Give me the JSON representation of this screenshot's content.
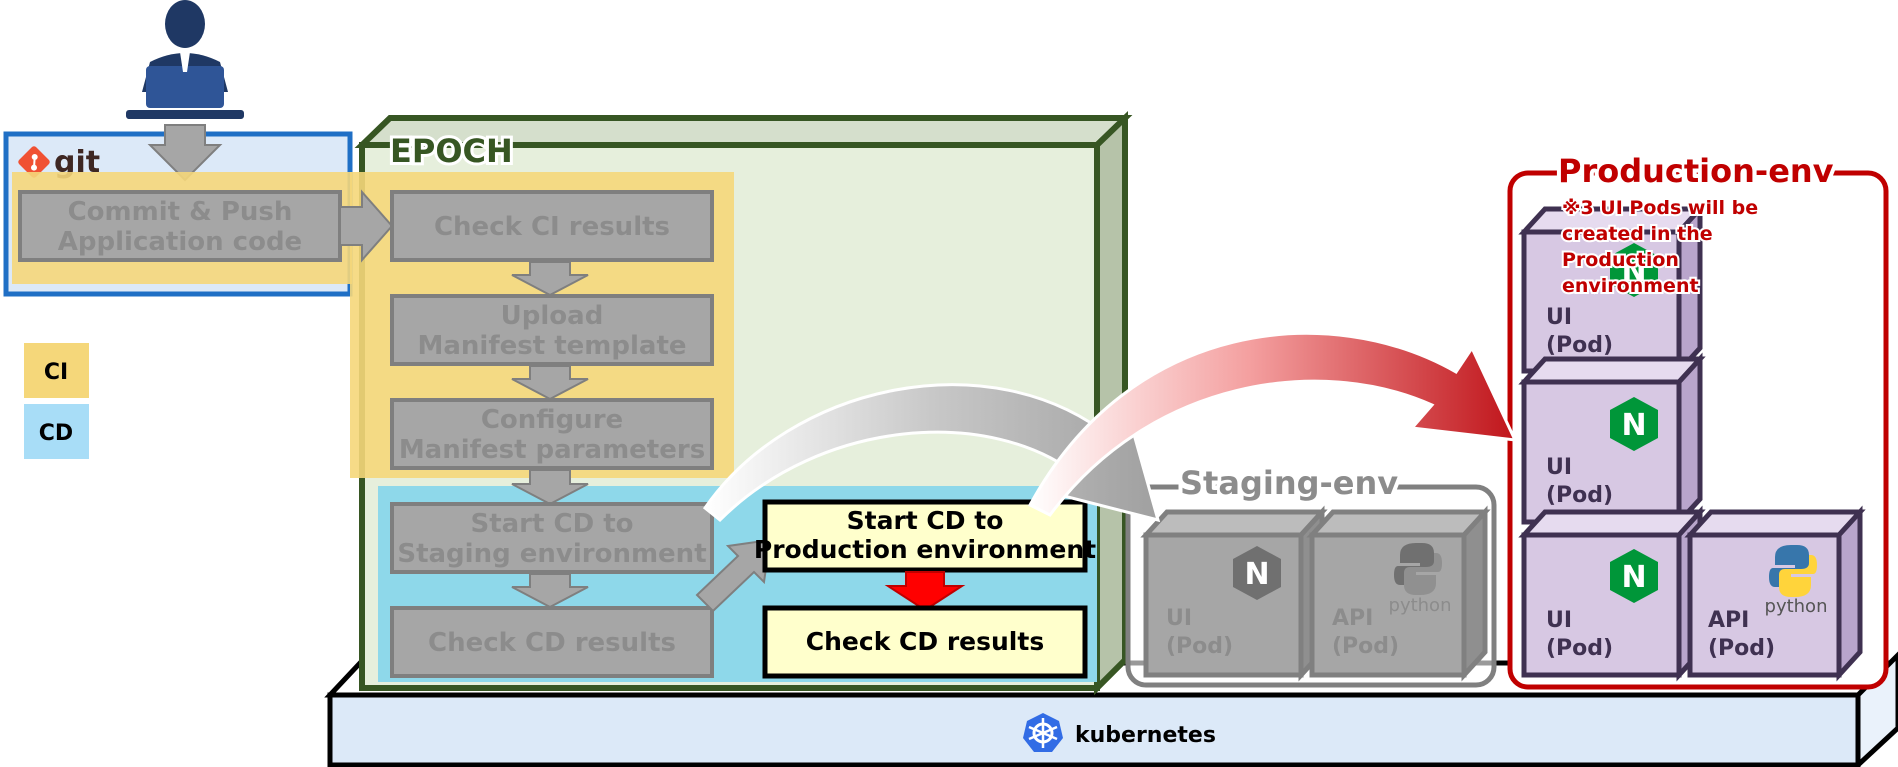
{
  "git": {
    "label": "git"
  },
  "legend": {
    "ci": "CI",
    "cd": "CD"
  },
  "epoch": {
    "title": "EPOCH"
  },
  "steps": {
    "commit_push_line1": "Commit & Push",
    "commit_push_line2": "Application code",
    "check_ci": "Check CI results",
    "upload_line1": "Upload",
    "upload_line2": "Manifest template",
    "configure_line1": "Configure",
    "configure_line2": "Manifest parameters",
    "start_cd_staging_line1": "Start CD to",
    "start_cd_staging_line2": "Staging environment",
    "check_cd_gray": "Check CD results",
    "start_cd_prod_line1": "Start CD to",
    "start_cd_prod_line2": "Production environment",
    "check_cd_active": "Check CD results"
  },
  "staging": {
    "title": "Staging-env",
    "ui_pod_line1": "UI",
    "ui_pod_line2": "(Pod)",
    "api_pod_line1": "API",
    "api_pod_line2": "(Pod)",
    "python_label": "python"
  },
  "production": {
    "title": "Production-env",
    "note_line1": "※3 UI Pods will be",
    "note_line2": "created in the",
    "note_line3": "Production",
    "note_line4": "environment",
    "ui_pod_line1": "UI",
    "ui_pod_line2": "(Pod)",
    "api_pod_line1": "API",
    "api_pod_line2": "(Pod)",
    "python_label": "python"
  },
  "kubernetes": {
    "label": "kubernetes"
  },
  "icons": {
    "user": "user-at-laptop-icon",
    "git": "git-logo-icon",
    "nginx": "nginx-icon",
    "python": "python-icon",
    "kubernetes": "kubernetes-helm-icon"
  },
  "colors": {
    "ci_band": "#f5d77a",
    "cd_band": "#8ed8ea",
    "git_box": "#1f6fc5",
    "epoch_border": "#375623",
    "production_border": "#c00000",
    "active_step_fill": "#ffffcc",
    "kubernetes_platform": "#dce9f8",
    "nginx_green": "#009639",
    "kubernetes_blue": "#326ce5"
  }
}
